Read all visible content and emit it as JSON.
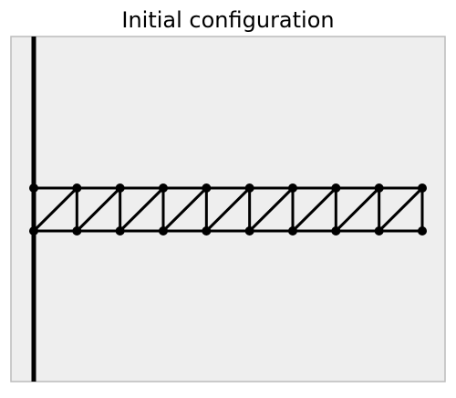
{
  "figure": {
    "title": "Initial configuration"
  },
  "colors": {
    "frame_fill": "#eeeeee",
    "frame_border": "#bbbbbb",
    "ink": "#000000"
  },
  "truss": {
    "bays": 9,
    "diagonal_direction": "bottom-left to top-right",
    "support": "fixed wall at left end"
  }
}
